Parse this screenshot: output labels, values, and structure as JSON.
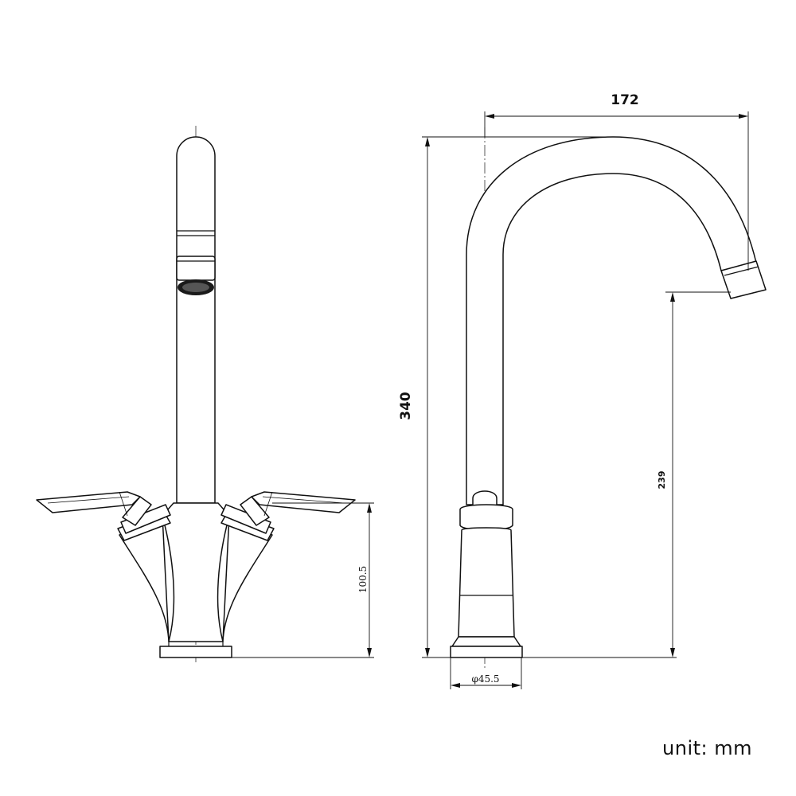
{
  "dimensions": {
    "overall_height": "340",
    "spout_reach": "172",
    "spout_outlet_height": "239",
    "handle_height": "100.5",
    "base_diameter": "φ45.5"
  },
  "unit_label": "unit: mm"
}
